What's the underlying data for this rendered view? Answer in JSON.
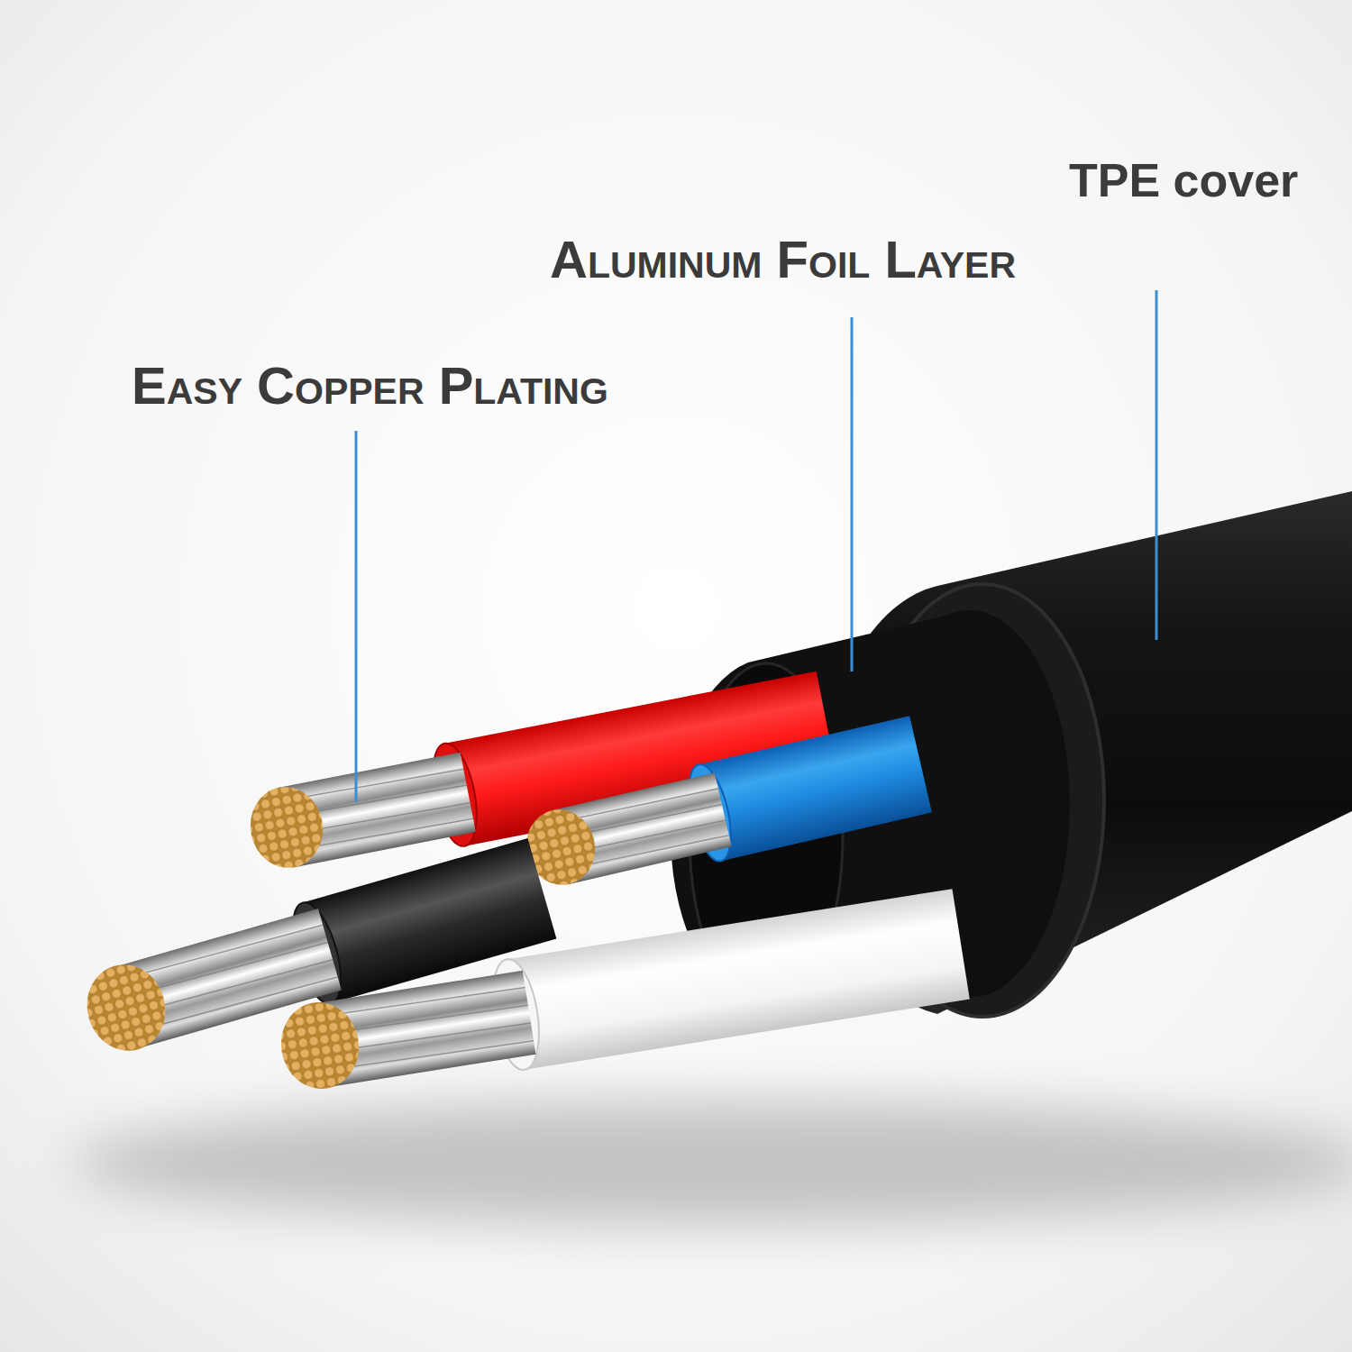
{
  "diagram": {
    "labels": [
      "Easy Copper Plating",
      "Aluminum Foil Layer",
      "TPE cover"
    ]
  }
}
